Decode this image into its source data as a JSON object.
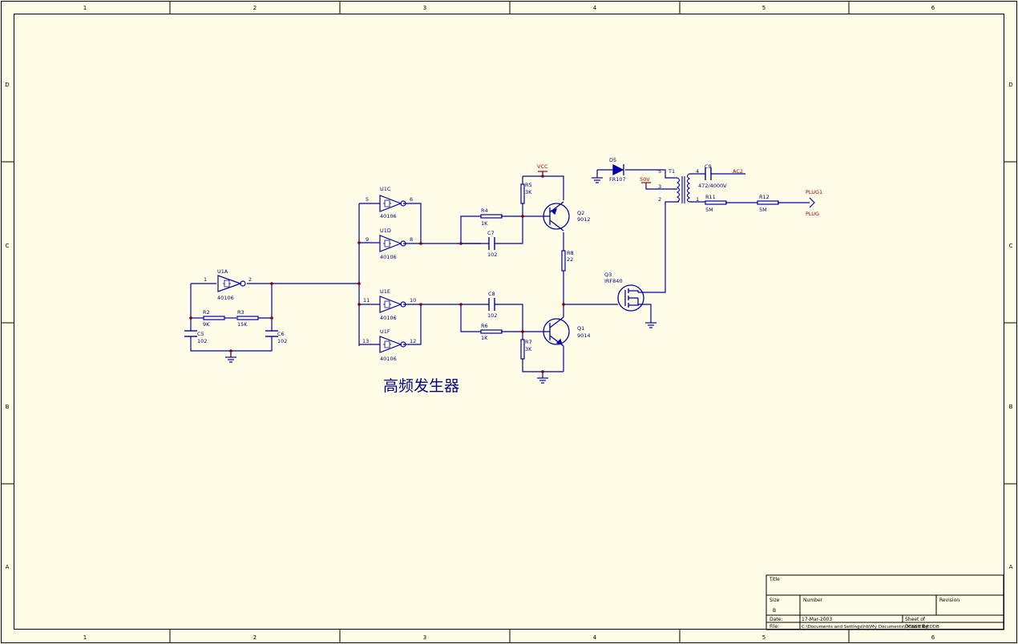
{
  "border": {
    "columns": [
      "1",
      "2",
      "3",
      "4",
      "5",
      "6"
    ],
    "rows": [
      "D",
      "C",
      "B",
      "A"
    ]
  },
  "colors": {
    "background": "#fffde7",
    "frame": "#000000",
    "wire": "#0000a8",
    "component": "#0000a8",
    "label": "#000080",
    "power": "#a00000",
    "junction": "#800000"
  },
  "components": {
    "u1a": {
      "ref": "U1A",
      "value": "40106",
      "pin_in": "1",
      "pin_out": "2"
    },
    "u1c": {
      "ref": "U1C",
      "value": "40106",
      "pin_in": "5",
      "pin_out": "6"
    },
    "u1d": {
      "ref": "U1D",
      "value": "40106",
      "pin_in": "9",
      "pin_out": "8"
    },
    "u1e": {
      "ref": "U1E",
      "value": "40106",
      "pin_in": "11",
      "pin_out": "10"
    },
    "u1f": {
      "ref": "U1F",
      "value": "40106",
      "pin_in": "13",
      "pin_out": "12"
    },
    "r2": {
      "ref": "R2",
      "value": "9K"
    },
    "r3": {
      "ref": "R3",
      "value": "15K"
    },
    "r4": {
      "ref": "R4",
      "value": "1K"
    },
    "r5": {
      "ref": "R5",
      "value": "3K"
    },
    "r6": {
      "ref": "R6",
      "value": "1K"
    },
    "r7": {
      "ref": "R7",
      "value": "3K"
    },
    "r8": {
      "ref": "R8",
      "value": "22"
    },
    "r11": {
      "ref": "R11",
      "value": "5M"
    },
    "r12": {
      "ref": "R12",
      "value": "5M"
    },
    "c5": {
      "ref": "C5",
      "value": "102"
    },
    "c6": {
      "ref": "C6",
      "value": "102"
    },
    "c7": {
      "ref": "C7",
      "value": "102"
    },
    "c8": {
      "ref": "C8",
      "value": "102"
    },
    "c9": {
      "ref": "C9",
      "value": "472/4000V"
    },
    "q1": {
      "ref": "Q1",
      "value": "9014"
    },
    "q2": {
      "ref": "Q2",
      "value": "9012"
    },
    "q3": {
      "ref": "Q3",
      "value": "IRF840"
    },
    "d5": {
      "ref": "D5",
      "value": "FR107"
    },
    "t1": {
      "ref": "T1",
      "pins": [
        "5",
        "3",
        "2",
        "4",
        "1"
      ]
    }
  },
  "nets": {
    "vcc": "VCC",
    "v50": "50V",
    "ac2": "AC2",
    "plug1": "PLUG1",
    "plug2": "PLUG"
  },
  "caption": "高频发生器",
  "title_block": {
    "title_label": "Title",
    "size_label": "Size",
    "size_value": "B",
    "number_label": "Number",
    "revision_label": "Revision",
    "date_label": "Date:",
    "date_value": "17-Mar-2003",
    "sheet_label": "Sheet    of",
    "file_label": "File:",
    "file_value": "C:\\Documents and Settings\\hb\\My Documents\\DOSSIER\\P.DDB",
    "drawn_by_label": "Drawn By:"
  }
}
